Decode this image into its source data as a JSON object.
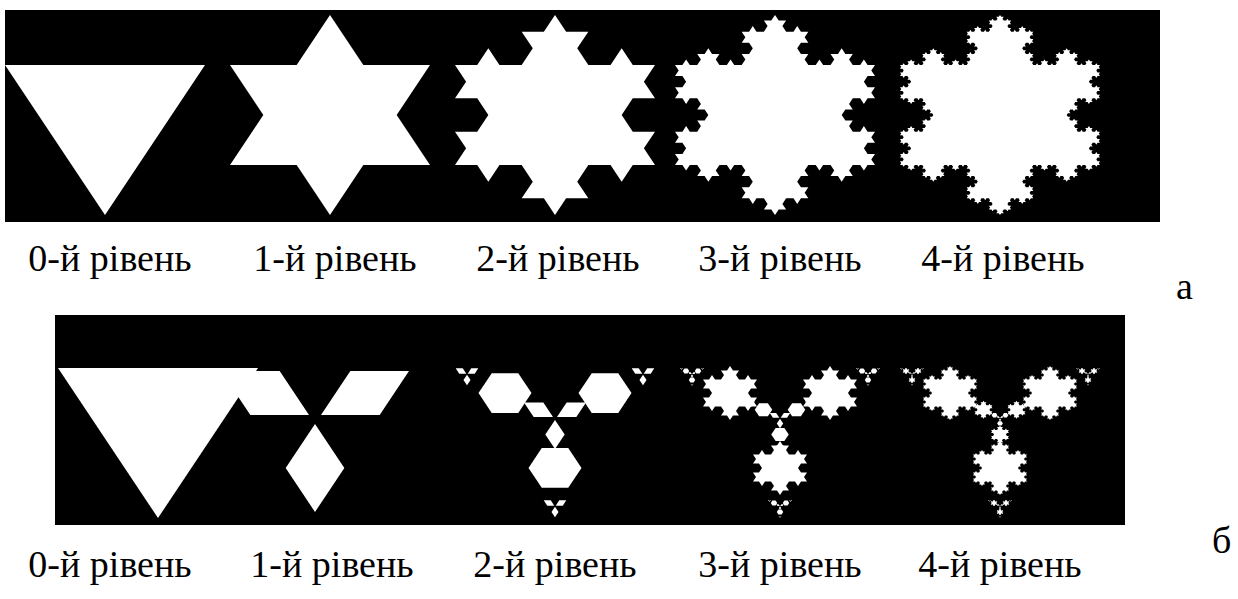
{
  "diagram": {
    "labels": [
      "0-й рівень",
      "1-й рівень",
      "2-й рівень",
      "3-й рівень",
      "4-й рівень",
      "а",
      "0-й рівень",
      "1-й рівень",
      "2-й рівень",
      "3-й рівень",
      "4-й рівень",
      "б"
    ]
  }
}
